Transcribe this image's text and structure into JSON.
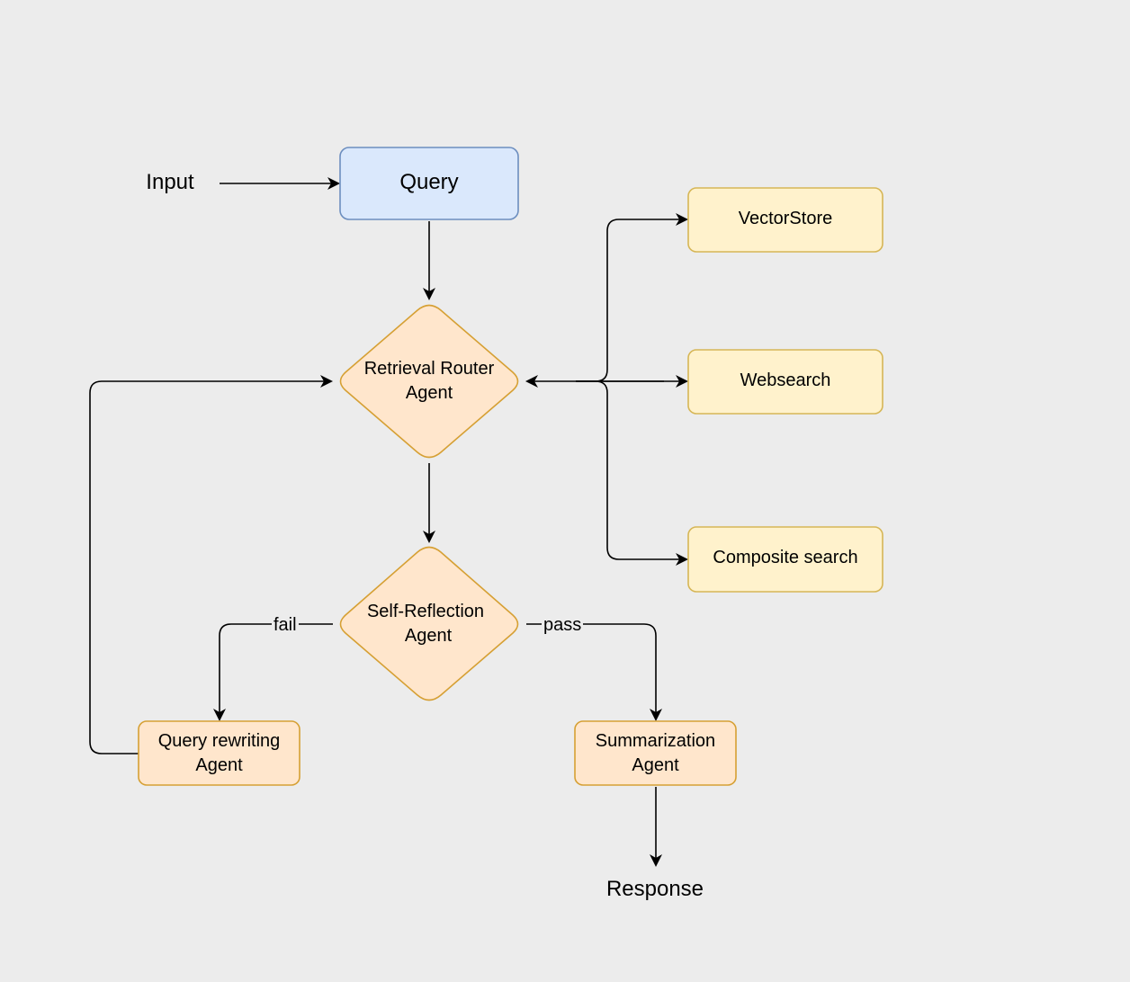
{
  "input_label": "Input",
  "response_label": "Response",
  "nodes": {
    "query": {
      "label": "Query",
      "fill": "#dae8fc",
      "stroke": "#6c8ebf"
    },
    "router": {
      "line1": "Retrieval Router",
      "line2": "Agent",
      "fill": "#ffe6cc",
      "stroke": "#d6a034"
    },
    "reflection": {
      "line1": "Self-Reflection",
      "line2": "Agent",
      "fill": "#ffe6cc",
      "stroke": "#d6a034"
    },
    "vectorstore": {
      "label": "VectorStore",
      "fill": "#fff2cc",
      "stroke": "#d6b656"
    },
    "websearch": {
      "label": "Websearch",
      "fill": "#fff2cc",
      "stroke": "#d6b656"
    },
    "composite": {
      "label": "Composite search",
      "fill": "#fff2cc",
      "stroke": "#d6b656"
    },
    "rewriting": {
      "line1": "Query rewriting",
      "line2": "Agent",
      "fill": "#ffe6cc",
      "stroke": "#d6a034"
    },
    "summarization": {
      "line1": "Summarization",
      "line2": "Agent",
      "fill": "#ffe6cc",
      "stroke": "#d6a034"
    }
  },
  "edges": {
    "fail_label": "fail",
    "pass_label": "pass"
  }
}
